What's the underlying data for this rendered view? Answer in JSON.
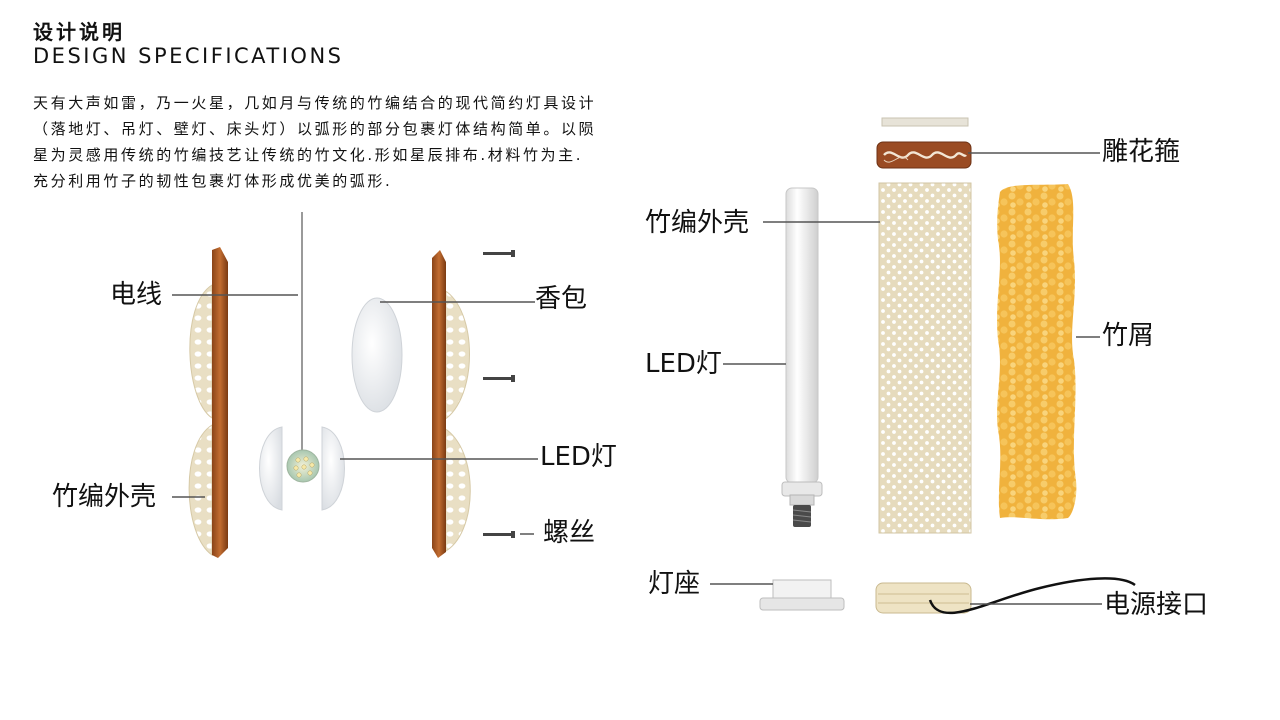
{
  "header": {
    "title_cn": "设计说明",
    "title_en": "DESIGN SPECIFICATIONS"
  },
  "description": {
    "lines": [
      "天有大声如雷，乃一火星，几如月与传统的竹编结合的现代简约灯具设计",
      "（落地灯、吊灯、壁灯、床头灯）以弧形的部分包裹灯体结构简单。以陨",
      "星为灵感用传统的竹编技艺让传统的竹文化.形如星辰排布.材料竹为主.",
      "充分利用竹子的韧性包裹灯体形成优美的弧形."
    ]
  },
  "left_diagram": {
    "labels": {
      "wire": "电线",
      "shell": "竹编外壳",
      "sachet": "香包",
      "led": "LED灯",
      "screw": "螺丝"
    }
  },
  "right_diagram": {
    "labels": {
      "carved_ring": "雕花箍",
      "shell": "竹编外壳",
      "led": "LED灯",
      "shavings": "竹屑",
      "base": "灯座",
      "power": "电源接口"
    }
  },
  "colors": {
    "wood": "#b4622a",
    "wood_dark": "#7a3d14",
    "weave": "#efe8d4",
    "shavings": "#f2b845",
    "leader_line": "#555555"
  }
}
